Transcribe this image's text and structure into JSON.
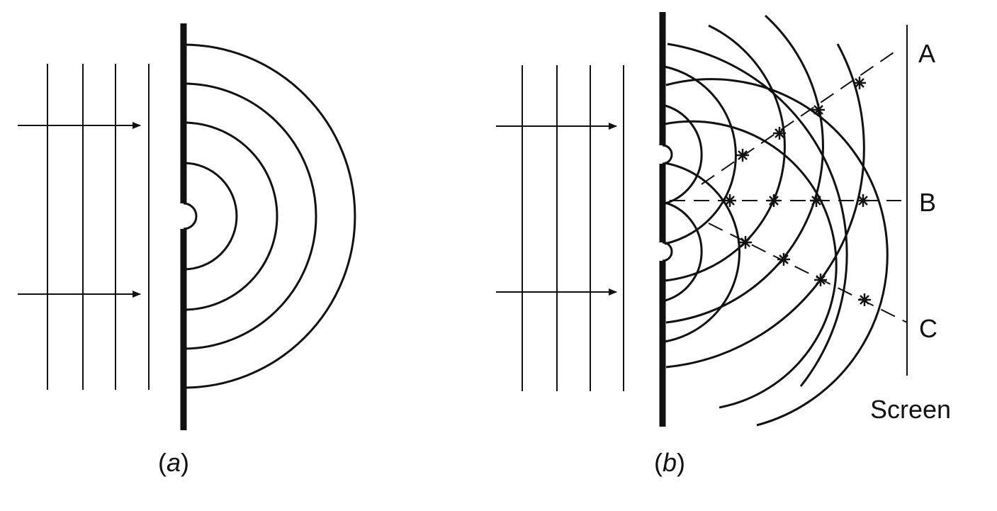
{
  "panel_a": {
    "caption_open": "(",
    "caption_letter": "a",
    "caption_close": ")"
  },
  "panel_b": {
    "caption_open": "(",
    "caption_letter": "b",
    "caption_close": ")",
    "point_labels": {
      "a": "A",
      "b": "B",
      "c": "C"
    },
    "screen_label": "Screen"
  }
}
